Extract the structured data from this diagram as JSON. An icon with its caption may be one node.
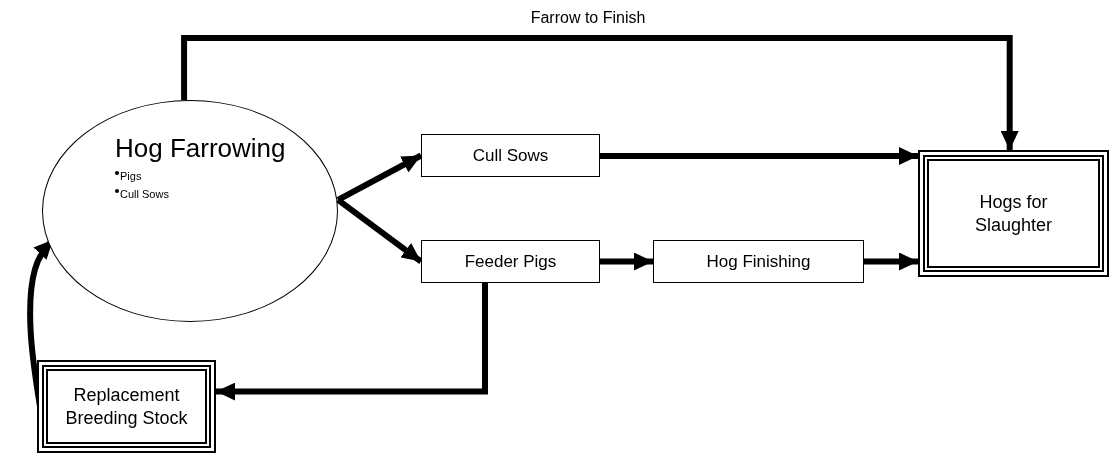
{
  "diagram": {
    "nodes": [
      {
        "text": [
          "Hog Farrowing",
          "Pigs",
          "Cull Sows"
        ]
      },
      {
        "text": [
          "Cull Sows"
        ]
      },
      {
        "text": [
          "Feeder Pigs"
        ]
      },
      {
        "text": [
          "Hog Finishing"
        ]
      },
      {
        "text": [
          "Hogs for Slaughter"
        ]
      },
      {
        "text": [
          "Replacement Breeding Stock"
        ]
      }
    ],
    "edges": [
      {
        "from": 0,
        "to": 4,
        "arrow": "to",
        "label": "Farrow to Finish"
      },
      {
        "from": 0,
        "to": 1,
        "arrow": "to"
      },
      {
        "from": 0,
        "to": 2,
        "arrow": "to"
      },
      {
        "from": 1,
        "to": 4,
        "arrow": "to"
      },
      {
        "from": 2,
        "to": 3,
        "arrow": "to"
      },
      {
        "from": 3,
        "to": 4,
        "arrow": "to"
      },
      {
        "from": 2,
        "to": 5,
        "arrow": "to"
      },
      {
        "from": 5,
        "to": 0,
        "arrow": "to"
      }
    ]
  }
}
